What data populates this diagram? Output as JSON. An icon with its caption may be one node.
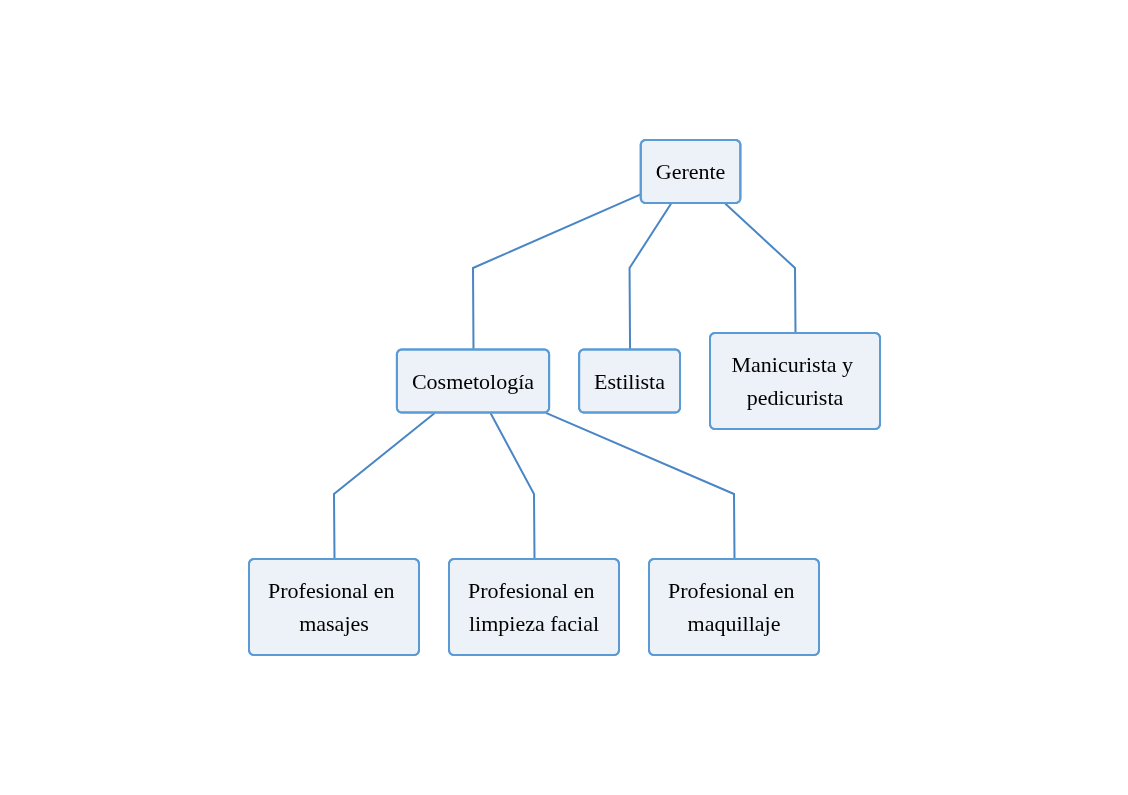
{
  "diagram": {
    "nodes": [
      {
        "text": [
          "Gerente"
        ]
      },
      {
        "text": [
          "Cosmetología"
        ]
      },
      {
        "text": [
          "Estilista"
        ]
      },
      {
        "text": [
          "Manicurista y pedicurista"
        ]
      },
      {
        "text": [
          "Profesional en masajes"
        ]
      },
      {
        "text": [
          "Profesional en limpieza facial"
        ]
      },
      {
        "text": [
          "Profesional en maquillaje"
        ]
      }
    ],
    "edges": [
      {
        "from": 0,
        "to": 1,
        "arrow": "none"
      },
      {
        "from": 0,
        "to": 2,
        "arrow": "none"
      },
      {
        "from": 0,
        "to": 3,
        "arrow": "none"
      },
      {
        "from": 1,
        "to": 4,
        "arrow": "none"
      },
      {
        "from": 1,
        "to": 5,
        "arrow": "none"
      },
      {
        "from": 1,
        "to": 6,
        "arrow": "none"
      }
    ]
  }
}
